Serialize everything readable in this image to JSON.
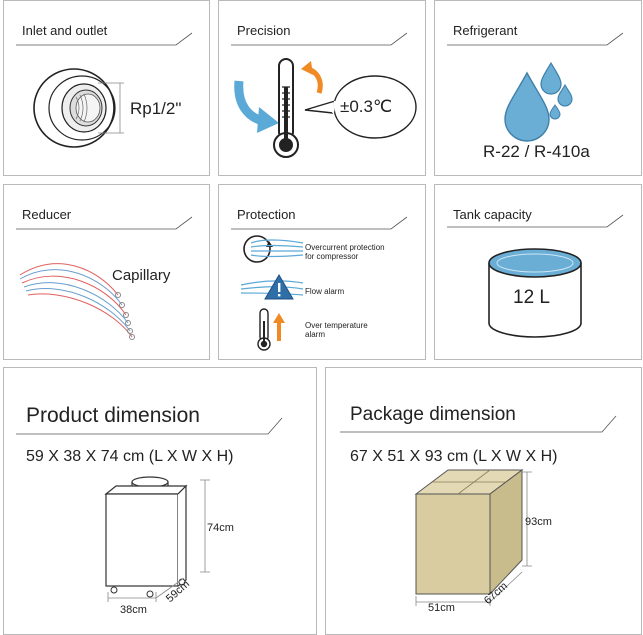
{
  "cards": {
    "inlet": {
      "title": "Inlet and outlet",
      "spec": "Rp1/2\""
    },
    "precision": {
      "title": "Precision",
      "value": "±0.3℃"
    },
    "refrigerant": {
      "title": "Refrigerant",
      "value": "R-22 / R-410a"
    },
    "reducer": {
      "title": "Reducer",
      "value": "Capillary"
    },
    "protection": {
      "title": "Protection",
      "items": [
        {
          "icon": "fan-icon",
          "line1": "Overcurrent protection",
          "line2": "for compressor"
        },
        {
          "icon": "warning-icon",
          "line1": "Flow alarm",
          "line2": ""
        },
        {
          "icon": "thermometer-icon",
          "line1": "Over temperature",
          "line2": "alarm"
        }
      ]
    },
    "tank": {
      "title": "Tank capacity",
      "value": "12 L"
    }
  },
  "product": {
    "title": "Product dimension",
    "dims": "59 X 38 X 74 cm (L X W X H)",
    "height": "74cm",
    "width": "38cm",
    "depth": "59cm"
  },
  "package": {
    "title": "Package dimension",
    "dims": "67 X 51 X 93 cm (L X W X H)",
    "height": "93cm",
    "width": "51cm",
    "depth": "67cm"
  },
  "colors": {
    "border": "#b9b9b9",
    "water": "#6aaed6",
    "arrow_blue": "#5aa9d6",
    "arrow_orange": "#f08a24",
    "box": "#d8cca0"
  }
}
